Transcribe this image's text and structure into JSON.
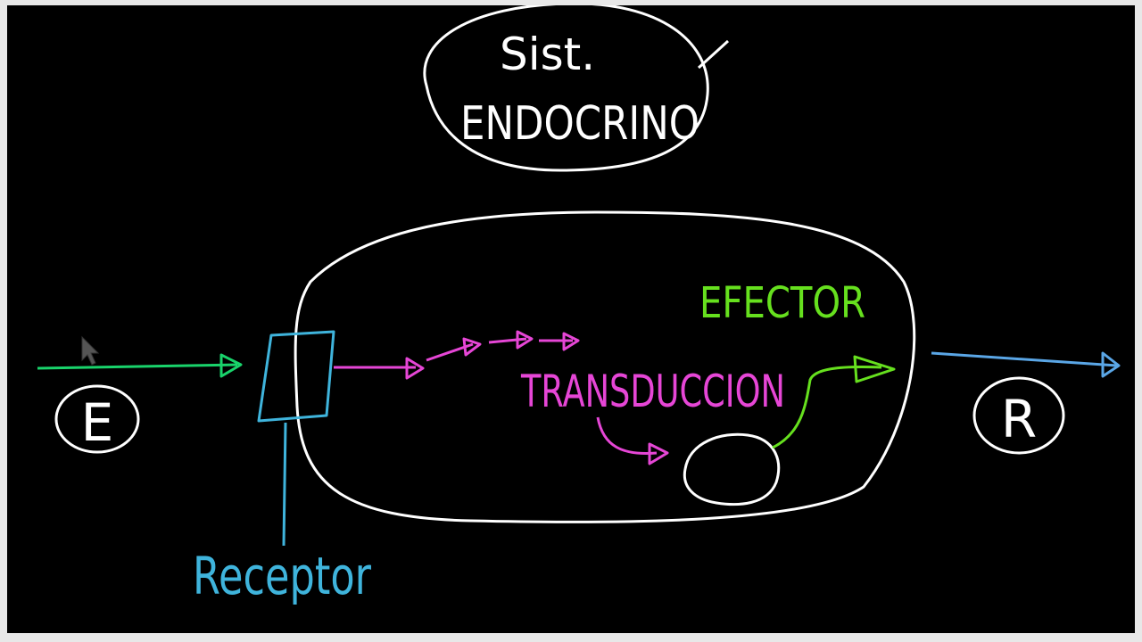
{
  "labels": {
    "sist": "Sist.",
    "endocrino": "ENDOCRINO",
    "efector": "EFECTOR",
    "transduccion": "TRANSDUCCION",
    "receptor": "Receptor",
    "stimulus": "E",
    "response": "R"
  },
  "colors": {
    "background": "#000000",
    "outline": "#ffffff",
    "stimulus": "#19d36b",
    "receptor": "#3fb4dc",
    "transduction": "#e646d6",
    "effector": "#66e01e",
    "response": "#5aa6e6"
  }
}
